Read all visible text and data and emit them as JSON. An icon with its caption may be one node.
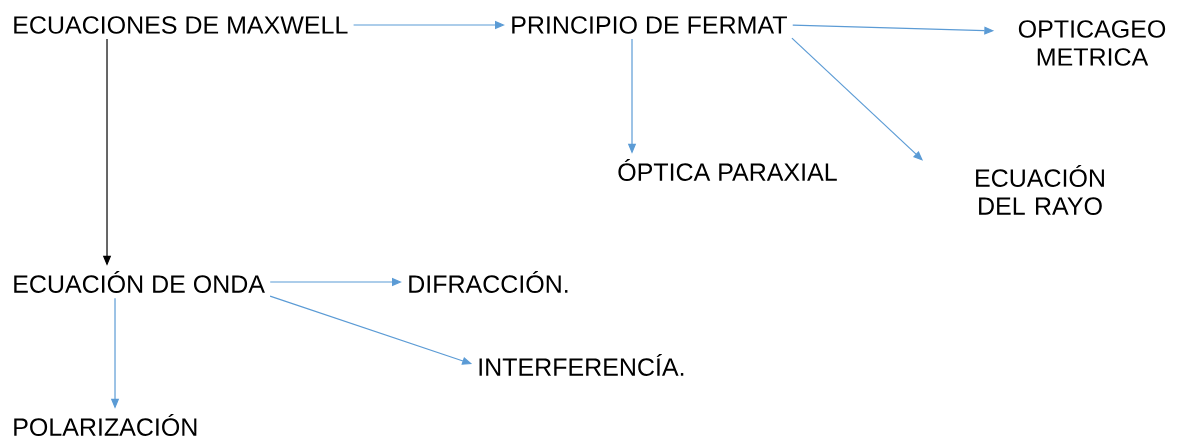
{
  "diagram": {
    "nodes": [
      {
        "text": [
          "ECUACIONES DE MAXWELL"
        ]
      },
      {
        "text": [
          "PRINCIPIO DE FERMAT"
        ]
      },
      {
        "text": [
          "OPTICAGEO METRICA"
        ]
      },
      {
        "text": [
          "ÓPTICA PARAXIAL"
        ]
      },
      {
        "text": [
          "ECUACIÓN DEL RAYO"
        ]
      },
      {
        "text": [
          "ECUACIÓN DE ONDA"
        ]
      },
      {
        "text": [
          "DIFRACCIÓN."
        ]
      },
      {
        "text": [
          "INTERFERENCÍA."
        ]
      },
      {
        "text": [
          "POLARIZACIÓN"
        ]
      }
    ],
    "edges": [
      {
        "from": 0,
        "to": 1,
        "arrow": "to"
      },
      {
        "from": 1,
        "to": 2,
        "arrow": "to"
      },
      {
        "from": 1,
        "to": 3,
        "arrow": "to"
      },
      {
        "from": 1,
        "to": 4,
        "arrow": "to"
      },
      {
        "from": 0,
        "to": 5,
        "arrow": "to",
        "color": "#000000"
      },
      {
        "from": 5,
        "to": 6,
        "arrow": "to"
      },
      {
        "from": 5,
        "to": 7,
        "arrow": "to"
      },
      {
        "from": 5,
        "to": 8,
        "arrow": "to"
      }
    ]
  }
}
